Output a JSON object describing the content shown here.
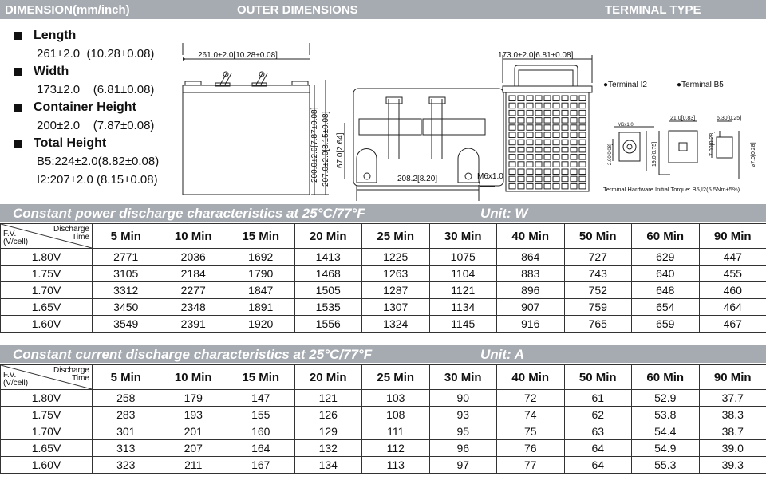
{
  "header": {
    "dimension": "DIMENSION(mm/inch)",
    "outer": "OUTER DIMENSIONS",
    "terminal": "TERMINAL TYPE"
  },
  "specs": {
    "length_label": "Length",
    "length_mm": "261±2.0",
    "length_in": "(10.28±0.08)",
    "width_label": "Width",
    "width_mm": "173±2.0",
    "width_in": "(6.81±0.08)",
    "container_label": "Container Height",
    "container_mm": "200±2.0",
    "container_in": "(7.87±0.08)",
    "total_label": "Total Height",
    "total_b5": "B5:224±2.0(8.82±0.08)",
    "total_i2": "I2:207±2.0 (8.15±0.08)"
  },
  "drawing": {
    "side_length": "261.0±2.0[10.28±0.08]",
    "side_h1": "200.0±2.0[7.87±0.08]",
    "side_h2": "207.0±2.0[8.15±0.08]",
    "top_side": "67.0[2.64]",
    "top_spacing": "208.2[8.20]",
    "top_bolt": "M6x1.0",
    "end_width": "173.0±2.0[6.81±0.08]",
    "term_i2": "●Terminal I2",
    "term_b5": "●Terminal B5",
    "t_m6": "M6x1.0",
    "t_d1": "19.0[0.75]",
    "t_d2": "21.0[0.83]",
    "t_d3": "6.30[0.25]",
    "t_d4": "7.00[0.28]",
    "t_d5": "ø7.0[0.28]",
    "t_d6": "2.00[0.08]",
    "torque": "Terminal Hardware Initial Torque: B5,I2(5.5Nm±5%)"
  },
  "power_table": {
    "title": "Constant power discharge characteristics at 25°C/77°F",
    "unit": "Unit: W",
    "corner_top": [
      "Discharge",
      "Time"
    ],
    "corner_bottom": [
      "F.V.",
      "(V/cell)"
    ],
    "columns": [
      "5 Min",
      "10 Min",
      "15 Min",
      "20 Min",
      "25 Min",
      "30 Min",
      "40 Min",
      "50 Min",
      "60 Min",
      "90 Min"
    ],
    "rows": [
      {
        "fv": "1.80V",
        "values": [
          "2771",
          "2036",
          "1692",
          "1413",
          "1225",
          "1075",
          "864",
          "727",
          "629",
          "447"
        ]
      },
      {
        "fv": "1.75V",
        "values": [
          "3105",
          "2184",
          "1790",
          "1468",
          "1263",
          "1104",
          "883",
          "743",
          "640",
          "455"
        ]
      },
      {
        "fv": "1.70V",
        "values": [
          "3312",
          "2277",
          "1847",
          "1505",
          "1287",
          "1121",
          "896",
          "752",
          "648",
          "460"
        ]
      },
      {
        "fv": "1.65V",
        "values": [
          "3450",
          "2348",
          "1891",
          "1535",
          "1307",
          "1134",
          "907",
          "759",
          "654",
          "464"
        ]
      },
      {
        "fv": "1.60V",
        "values": [
          "3549",
          "2391",
          "1920",
          "1556",
          "1324",
          "1145",
          "916",
          "765",
          "659",
          "467"
        ]
      }
    ]
  },
  "current_table": {
    "title": "Constant current discharge characteristics at 25°C/77°F",
    "unit": "Unit: A",
    "corner_top": [
      "Discharge",
      "Time"
    ],
    "corner_bottom": [
      "F.V.",
      "(V/cell)"
    ],
    "columns": [
      "5 Min",
      "10 Min",
      "15 Min",
      "20 Min",
      "25 Min",
      "30 Min",
      "40 Min",
      "50 Min",
      "60 Min",
      "90 Min"
    ],
    "rows": [
      {
        "fv": "1.80V",
        "values": [
          "258",
          "179",
          "147",
          "121",
          "103",
          "90",
          "72",
          "61",
          "52.9",
          "37.7"
        ]
      },
      {
        "fv": "1.75V",
        "values": [
          "283",
          "193",
          "155",
          "126",
          "108",
          "93",
          "74",
          "62",
          "53.8",
          "38.3"
        ]
      },
      {
        "fv": "1.70V",
        "values": [
          "301",
          "201",
          "160",
          "129",
          "111",
          "95",
          "75",
          "63",
          "54.4",
          "38.7"
        ]
      },
      {
        "fv": "1.65V",
        "values": [
          "313",
          "207",
          "164",
          "132",
          "112",
          "96",
          "76",
          "64",
          "54.9",
          "39.0"
        ]
      },
      {
        "fv": "1.60V",
        "values": [
          "323",
          "211",
          "167",
          "134",
          "113",
          "97",
          "77",
          "64",
          "55.3",
          "39.3"
        ]
      }
    ]
  }
}
